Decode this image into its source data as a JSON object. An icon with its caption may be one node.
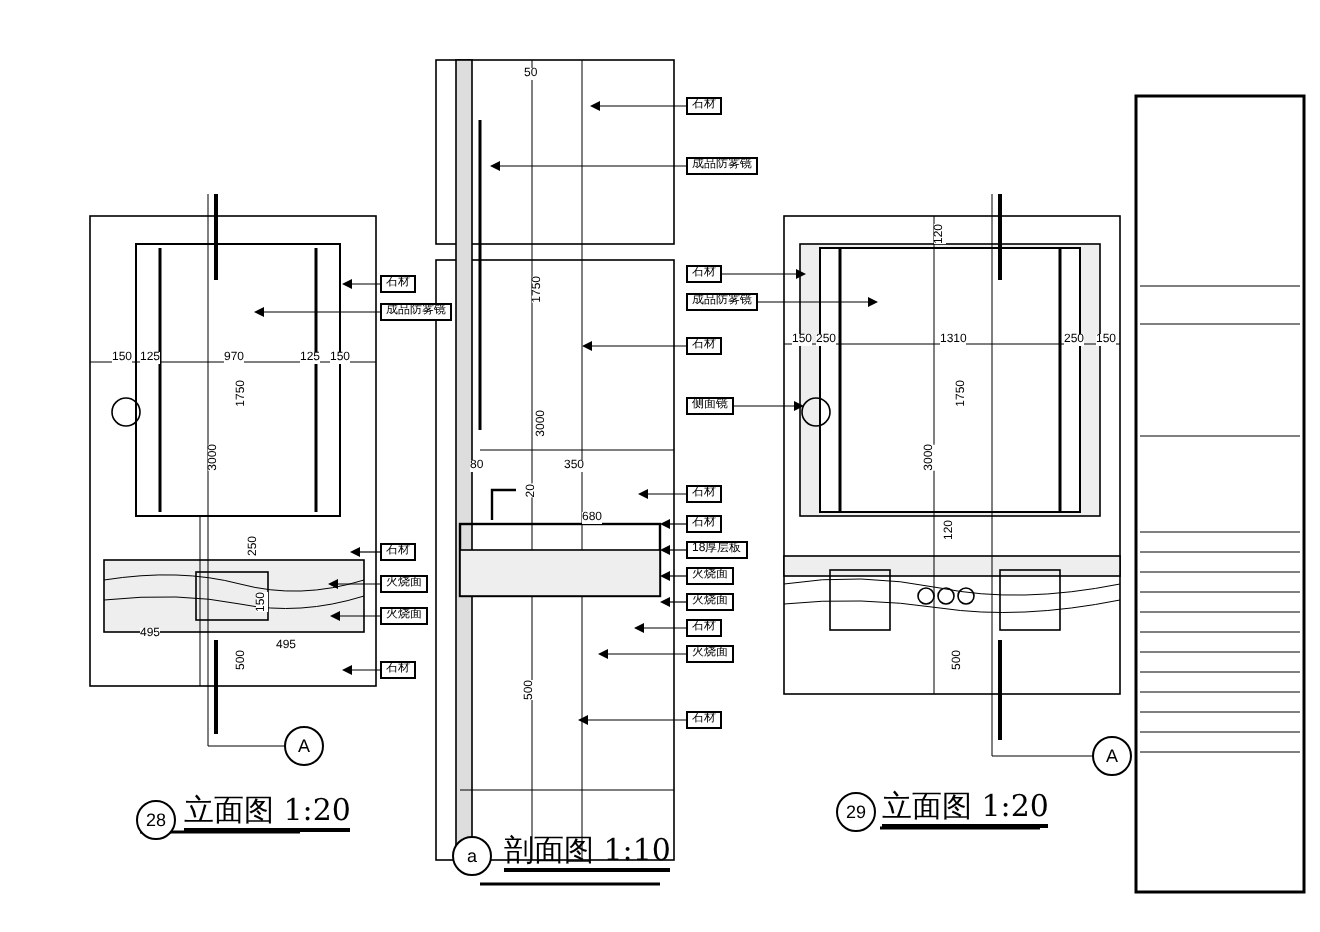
{
  "diagram": {
    "nodes": [
      {
        "text": [
          "石材"
        ]
      },
      {
        "text": [
          "成品防雾镜"
        ]
      },
      {
        "text": [
          "石材"
        ]
      },
      {
        "text": [
          "火烧面"
        ]
      },
      {
        "text": [
          "火烧面"
        ]
      },
      {
        "text": [
          "石材"
        ]
      },
      {
        "text": [
          "石材"
        ]
      },
      {
        "text": [
          "成品防雾镜"
        ]
      },
      {
        "text": [
          "石材"
        ]
      },
      {
        "text": [
          "石材"
        ]
      },
      {
        "text": [
          "石材"
        ]
      },
      {
        "text": [
          "18厚层板"
        ]
      },
      {
        "text": [
          "火烧面"
        ]
      },
      {
        "text": [
          "火烧面"
        ]
      },
      {
        "text": [
          "石材"
        ]
      },
      {
        "text": [
          "火烧面"
        ]
      },
      {
        "text": [
          "石材"
        ]
      },
      {
        "text": [
          "石材"
        ]
      },
      {
        "text": [
          "成品防雾镜"
        ]
      },
      {
        "text": [
          "侧面镜"
        ]
      },
      {
        "text": [
          "A"
        ]
      },
      {
        "text": [
          "28"
        ]
      },
      {
        "text": [
          "a"
        ]
      },
      {
        "text": [
          "A"
        ]
      },
      {
        "text": [
          "29"
        ]
      }
    ],
    "edges": [
      {
        "from": 0,
        "to": null,
        "arrow": "to"
      },
      {
        "from": 1,
        "to": null,
        "arrow": "to"
      },
      {
        "from": 2,
        "to": null,
        "arrow": "to"
      },
      {
        "from": 3,
        "to": null,
        "arrow": "to"
      },
      {
        "from": 4,
        "to": null,
        "arrow": "to"
      },
      {
        "from": 5,
        "to": null,
        "arrow": "to"
      },
      {
        "from": 6,
        "to": null,
        "arrow": "to"
      },
      {
        "from": 7,
        "to": null,
        "arrow": "to"
      },
      {
        "from": 8,
        "to": null,
        "arrow": "to"
      },
      {
        "from": 9,
        "to": null,
        "arrow": "to"
      },
      {
        "from": 10,
        "to": null,
        "arrow": "to"
      },
      {
        "from": 11,
        "to": null,
        "arrow": "to"
      },
      {
        "from": 12,
        "to": null,
        "arrow": "to"
      },
      {
        "from": 13,
        "to": null,
        "arrow": "to"
      },
      {
        "from": 14,
        "to": null,
        "arrow": "to"
      },
      {
        "from": 15,
        "to": null,
        "arrow": "to"
      },
      {
        "from": 16,
        "to": null,
        "arrow": "to"
      },
      {
        "from": 17,
        "to": null,
        "arrow": "to"
      },
      {
        "from": 18,
        "to": null,
        "arrow": "to"
      },
      {
        "from": 19,
        "to": null,
        "arrow": "to"
      }
    ],
    "labels": [
      "150",
      "125",
      "970",
      "125",
      "150",
      "1750",
      "3000",
      "250",
      "150",
      "495",
      "495",
      "500",
      "立面图 1:20",
      "50",
      "1750",
      "3000",
      "80",
      "350",
      "20",
      "680",
      "500",
      "剖面图 1:10",
      "120",
      "150",
      "250",
      "1310",
      "250",
      "150",
      "1750",
      "3000",
      "120",
      "500",
      "立面图 1:20"
    ]
  }
}
